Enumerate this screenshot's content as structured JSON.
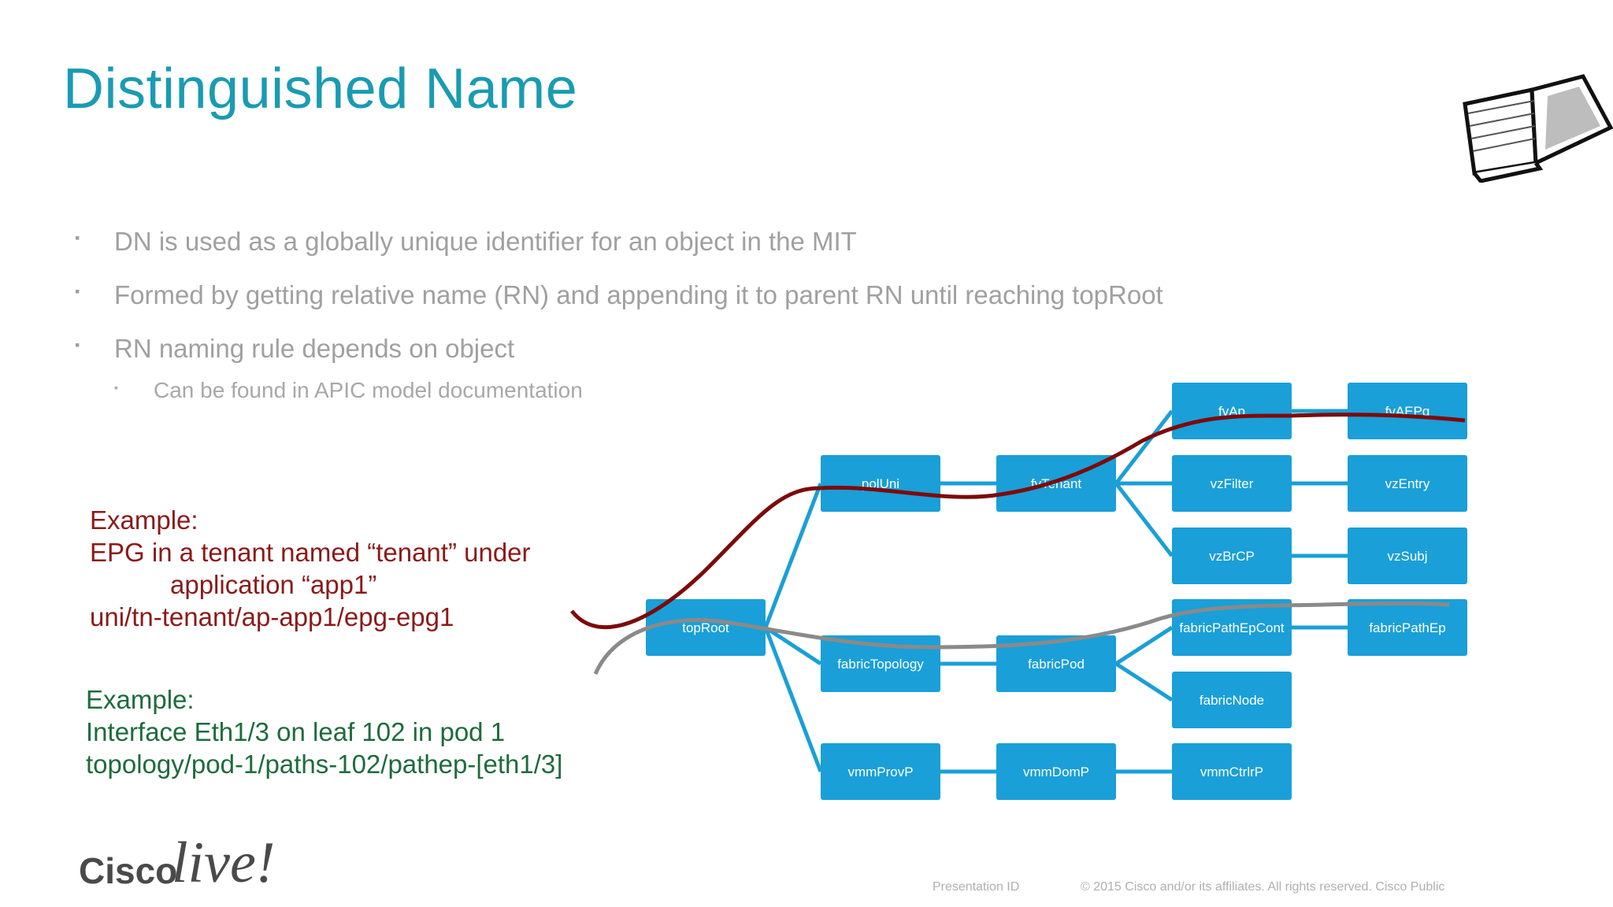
{
  "slide": {
    "title": "Distinguished Name",
    "bullets": [
      "DN is used as a globally unique identifier for an object in the MIT",
      "Formed by getting relative name (RN) and appending it to parent RN until reaching topRoot",
      "RN naming rule depends on object"
    ],
    "sub_bullets": [
      "Can be found in APIC model documentation"
    ],
    "example1": {
      "heading": "Example:",
      "line1": "EPG in a tenant named “tenant” under",
      "line2": "application “app1”",
      "line3": "uni/tn-tenant/ap-app1/epg-epg1"
    },
    "example2": {
      "heading": "Example:",
      "line1": "Interface Eth1/3 on leaf 102 in pod 1",
      "line2": "topology/pod-1/paths-102/pathep-[eth1/3]"
    },
    "colors": {
      "title": "#1a9bb2",
      "node": "#1a9fd8",
      "example1": "#8b1a1a",
      "example2": "#1e6b3c"
    }
  },
  "diagram": {
    "nodes": [
      {
        "id": "topRoot",
        "label": "topRoot"
      },
      {
        "id": "polUni",
        "label": "polUni"
      },
      {
        "id": "fabricTopology",
        "label": "fabricTopology"
      },
      {
        "id": "vmmProvP",
        "label": "vmmProvP"
      },
      {
        "id": "fvTenant",
        "label": "fvTenant"
      },
      {
        "id": "fabricPod",
        "label": "fabricPod"
      },
      {
        "id": "vmmDomP",
        "label": "vmmDomP"
      },
      {
        "id": "fvAp",
        "label": "fvAp"
      },
      {
        "id": "vzFilter",
        "label": "vzFilter"
      },
      {
        "id": "vzBrCP",
        "label": "vzBrCP"
      },
      {
        "id": "fabricPathEpCont",
        "label": "fabricPathEpCont"
      },
      {
        "id": "fabricNode",
        "label": "fabricNode"
      },
      {
        "id": "vmmCtrlrP",
        "label": "vmmCtrlrP"
      },
      {
        "id": "fvAEPg",
        "label": "fvAEPg"
      },
      {
        "id": "vzEntry",
        "label": "vzEntry"
      },
      {
        "id": "vzSubj",
        "label": "vzSubj"
      },
      {
        "id": "fabricPathEp",
        "label": "fabricPathEp"
      }
    ],
    "edges": [
      [
        "topRoot",
        "polUni"
      ],
      [
        "topRoot",
        "fabricTopology"
      ],
      [
        "topRoot",
        "vmmProvP"
      ],
      [
        "polUni",
        "fvTenant"
      ],
      [
        "fabricTopology",
        "fabricPod"
      ],
      [
        "vmmProvP",
        "vmmDomP"
      ],
      [
        "vmmDomP",
        "vmmCtrlrP"
      ],
      [
        "fvTenant",
        "fvAp"
      ],
      [
        "fvTenant",
        "vzFilter"
      ],
      [
        "fvTenant",
        "vzBrCP"
      ],
      [
        "fabricPod",
        "fabricPathEpCont"
      ],
      [
        "fabricPod",
        "fabricNode"
      ],
      [
        "fvAp",
        "fvAEPg"
      ],
      [
        "vzFilter",
        "vzEntry"
      ],
      [
        "vzBrCP",
        "vzSubj"
      ],
      [
        "fabricPathEpCont",
        "fabricPathEp"
      ]
    ]
  },
  "logo": {
    "brand": "Cisco",
    "event": "live!"
  },
  "footer": {
    "presentation_id": "Presentation ID",
    "copyright": "© 2015  Cisco and/or its affiliates. All rights reserved.   Cisco Public"
  }
}
